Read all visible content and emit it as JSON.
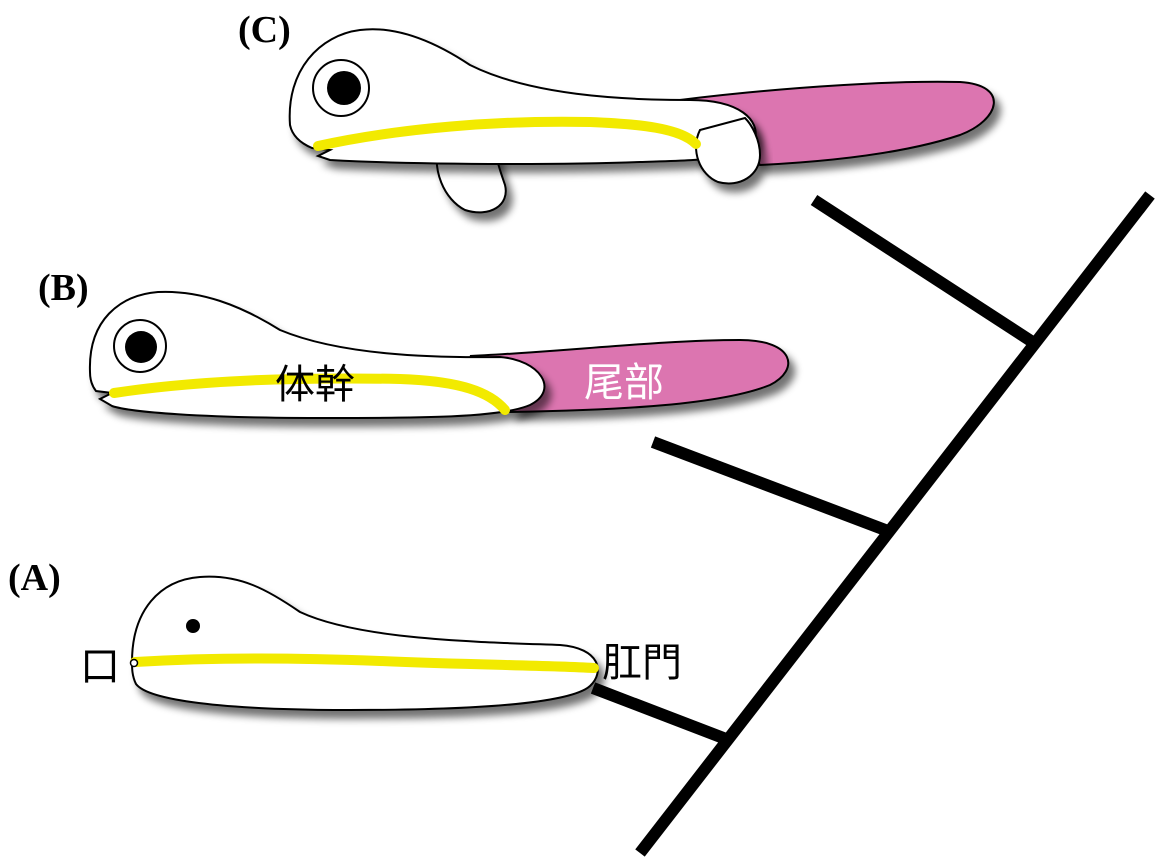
{
  "panels": {
    "a": {
      "label": "(A)"
    },
    "b": {
      "label": "(B)"
    },
    "c": {
      "label": "(C)"
    }
  },
  "annotations": {
    "mouth": "口",
    "anus": "肛門",
    "trunk": "体幹",
    "tail": "尾部"
  },
  "colors": {
    "gut": "#f2ea00",
    "tail": "#dc75b0",
    "body": "#ffffff",
    "outline": "#000000"
  }
}
